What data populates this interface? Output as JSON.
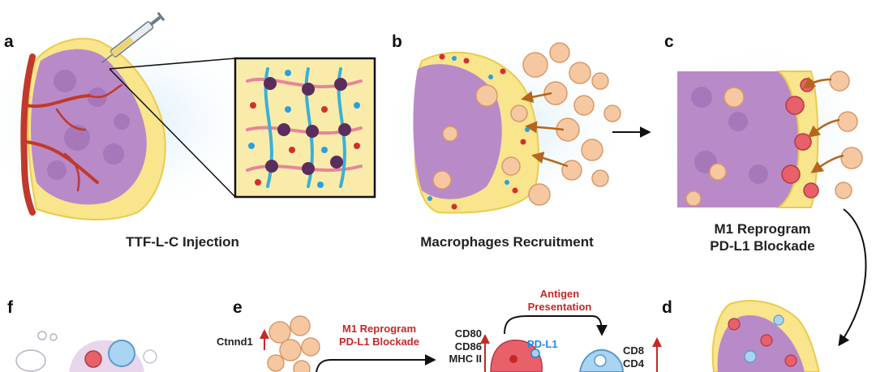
{
  "panels": {
    "a": {
      "letter": "a",
      "caption": "TTF-L-C Injection"
    },
    "b": {
      "letter": "b",
      "caption": "Macrophages Recruitment"
    },
    "c": {
      "letter": "c",
      "caption_line1": "M1 Reprogram",
      "caption_line2": "PD-L1 Blockade"
    },
    "d": {
      "letter": "d"
    },
    "e": {
      "letter": "e",
      "gene_label": "Ctnnd1",
      "step_label_line1": "M1 Reprogram",
      "step_label_line2": "PD-L1 Blockade",
      "markers": [
        "CD80",
        "CD86",
        "MHC II"
      ],
      "antigen_line1": "Antigen",
      "antigen_line2": "Presentation",
      "pdl1_label": "PD-L1",
      "tcell_markers": [
        "CD8",
        "CD4"
      ]
    },
    "f": {
      "letter": "f"
    }
  },
  "colors": {
    "tumor": "#b98ac8",
    "tumor_dark": "#9e6fb3",
    "gel": "#f8e58c",
    "gel_edge": "#eacb4d",
    "macrophage": "#f6c8a2",
    "macrophage_m1": "#e8606a",
    "tcell": "#a9d4f2",
    "vessel": "#c0392b",
    "red_dot": "#d32f2f",
    "blue_dot": "#29a0e0",
    "fiber_pink": "#e7849a",
    "fiber_blue": "#3ab0d8",
    "node": "#5b2d5c",
    "arrow_brown": "#b5651d"
  }
}
